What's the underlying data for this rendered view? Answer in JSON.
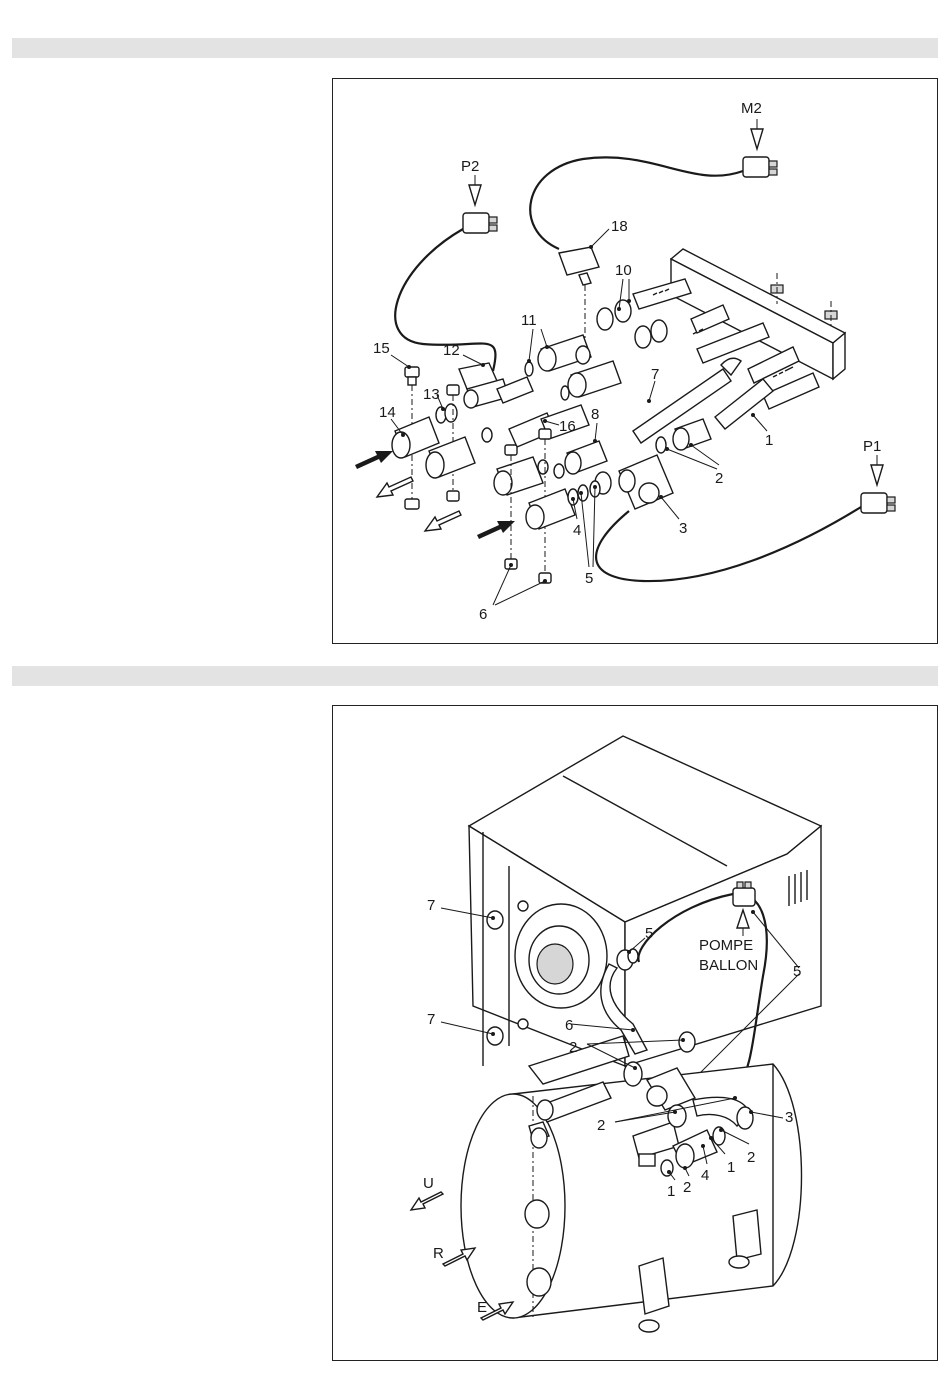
{
  "figure_top": {
    "connector_labels": {
      "p2": "P2",
      "m2": "M2",
      "p1": "P1"
    },
    "part_numbers": {
      "n1": "1",
      "n2": "2",
      "n3": "3",
      "n4": "4",
      "n5": "5",
      "n6": "6",
      "n7": "7",
      "n8": "8",
      "n10": "10",
      "n11": "11",
      "n12": "12",
      "n13": "13",
      "n14": "14",
      "n15": "15",
      "n16": "16",
      "n18": "18"
    }
  },
  "figure_bottom": {
    "pump_label_line1": "POMPE",
    "pump_label_line2": "BALLON",
    "flow_labels": {
      "u": "U",
      "r": "R",
      "e": "E"
    },
    "part_numbers": {
      "n7a": "7",
      "n7b": "7",
      "n5a": "5",
      "n5b": "5",
      "n6": "6",
      "n2a": "2",
      "n2b": "2",
      "n2c": "2",
      "n2d": "2",
      "n3": "3",
      "n1a": "1",
      "n1b": "1",
      "n4": "4"
    }
  }
}
